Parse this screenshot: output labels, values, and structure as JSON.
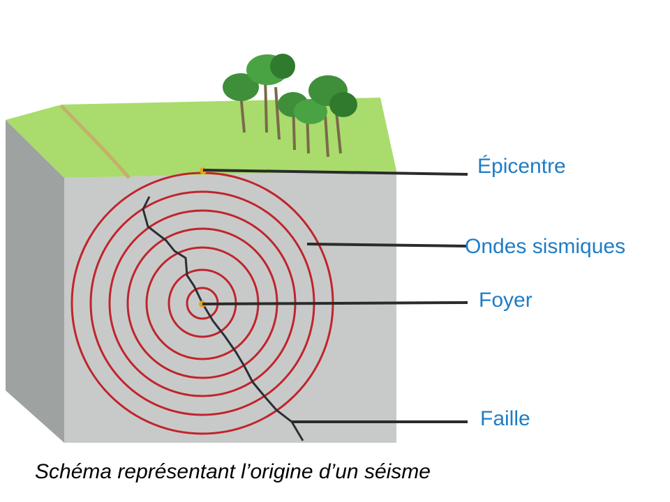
{
  "labels": {
    "epicentre": "Épicentre",
    "ondes": "Ondes sismiques",
    "foyer": "Foyer",
    "faille": "Faille"
  },
  "caption": "Schéma représentant l’origine d’un séisme",
  "colors": {
    "label": "#1f7cc4",
    "wave_rings": "#c0242c",
    "grass": "#a9dc6c",
    "rock_front": "#c8cac9",
    "rock_side": "#9ea2a0",
    "leader_line": "#2b2b2b"
  },
  "icons": [
    "tree-icon",
    "epicentre-marker-icon",
    "focus-point-icon"
  ]
}
